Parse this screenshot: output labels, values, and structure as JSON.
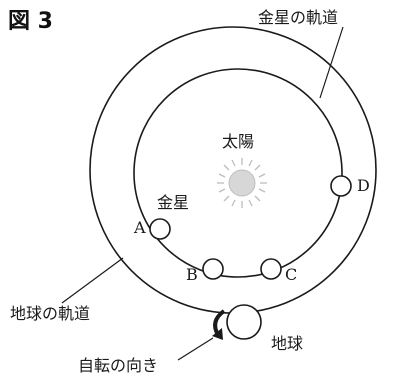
{
  "figure_label": "図 3",
  "labels": {
    "venus_orbit": "金星の軌道",
    "sun": "太陽",
    "venus": "金星",
    "earth_orbit": "地球の軌道",
    "earth": "地球",
    "rotation": "自転の向き"
  },
  "venus_positions": [
    "A",
    "B",
    "C",
    "D"
  ],
  "colors": {
    "line": "#1a1a1a",
    "sun_fill": "#d7d7d7"
  }
}
